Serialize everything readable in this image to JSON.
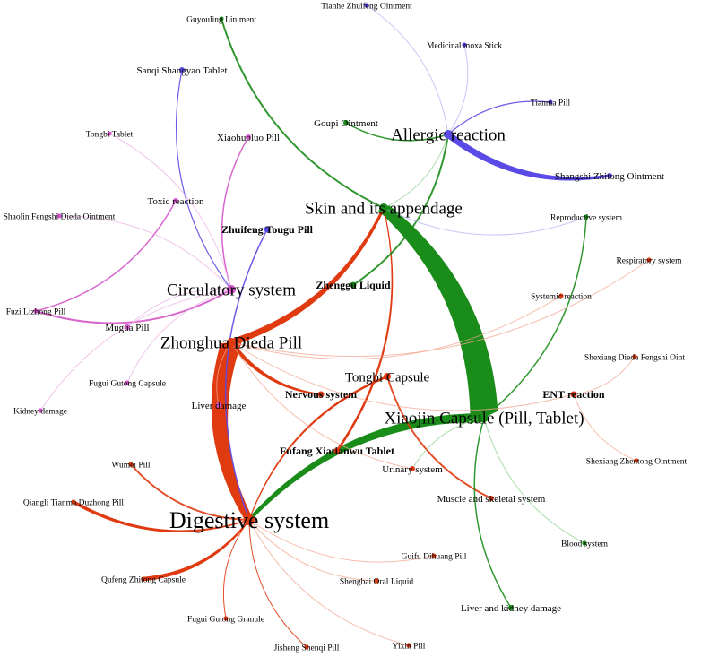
{
  "colors": {
    "red": "#e03a10",
    "green": "#1a8c1a",
    "blue": "#5a4ae6",
    "pink": "#d455c8",
    "faint_red": "#f2a58f",
    "faint_green": "#8fcf8f",
    "faint_blue": "#b7b0f2",
    "faint_pink": "#eab2e4"
  },
  "nodes": [
    {
      "id": "digestive",
      "label": "Digestive system",
      "group": "red",
      "size": "xl"
    },
    {
      "id": "zhonghua",
      "label": "Zhonghua Dieda Pill",
      "group": "red",
      "size": "lg"
    },
    {
      "id": "xiaojin",
      "label": "Xiaojin Capsule (Pill, Tablet)",
      "group": "green",
      "size": "lg"
    },
    {
      "id": "skin",
      "label": "Skin and its appendage",
      "group": "green",
      "size": "lg"
    },
    {
      "id": "circulatory",
      "label": "Circulatory system",
      "group": "pink",
      "size": "lg"
    },
    {
      "id": "allergic",
      "label": "Allergic reaction",
      "group": "blue",
      "size": "lg"
    },
    {
      "id": "tongbi_capsule",
      "label": "Tongbi Capsule",
      "group": "red",
      "size": "md"
    },
    {
      "id": "nervous",
      "label": "Nervous system",
      "group": "red",
      "size": "sm"
    },
    {
      "id": "fufang",
      "label": "Fufang Xiatianwu Tablet",
      "group": "red",
      "size": "sm"
    },
    {
      "id": "zhuifeng",
      "label": "Zhuifeng Tougu Pill",
      "group": "blue",
      "size": "sm"
    },
    {
      "id": "zhenggu",
      "label": "Zhenggu Liquid",
      "group": "green",
      "size": "sm"
    },
    {
      "id": "ent",
      "label": "ENT reaction",
      "group": "red",
      "size": "sm"
    },
    {
      "id": "urinary",
      "label": "Urinary system",
      "group": "red",
      "size": "xs"
    },
    {
      "id": "muscle",
      "label": "Muscle and skeletal system",
      "group": "red",
      "size": "xs"
    },
    {
      "id": "liver_damage",
      "label": "Liver damage",
      "group": "pink",
      "size": "xs"
    },
    {
      "id": "toxic",
      "label": "Toxic reaction",
      "group": "pink",
      "size": "xs"
    },
    {
      "id": "mugua",
      "label": "Mugua Pill",
      "group": "pink",
      "size": "xs"
    },
    {
      "id": "fugui_capsule",
      "label": "Fugui Gutong Capsule",
      "group": "pink",
      "size": "xxs"
    },
    {
      "id": "kidney",
      "label": "Kidney damage",
      "group": "pink",
      "size": "xxs"
    },
    {
      "id": "fuzi",
      "label": "Fuzi Lizhong Pill",
      "group": "pink",
      "size": "xxs"
    },
    {
      "id": "shaolin",
      "label": "Shaolin Fengshi Dieda Ointment",
      "group": "pink",
      "size": "xxs"
    },
    {
      "id": "tongbi_tablet",
      "label": "Tongbi Tablet",
      "group": "pink",
      "size": "xxs"
    },
    {
      "id": "xiaohuoluo",
      "label": "Xiaohuoluo Pill",
      "group": "pink",
      "size": "xs"
    },
    {
      "id": "sanqi",
      "label": "Sanqi Shangyao Tablet",
      "group": "blue",
      "size": "xs"
    },
    {
      "id": "guyouling",
      "label": "Guyouling Liniment",
      "group": "green",
      "size": "xxs"
    },
    {
      "id": "tianhe",
      "label": "Tianhe Zhuifeng Ointment",
      "group": "blue",
      "size": "xxs"
    },
    {
      "id": "moxa",
      "label": "Medicinal moxa Stick",
      "group": "blue",
      "size": "xxs"
    },
    {
      "id": "tianma",
      "label": "Tianma Pill",
      "group": "blue",
      "size": "xxs"
    },
    {
      "id": "goupi",
      "label": "Goupi Ointment",
      "group": "green",
      "size": "xs"
    },
    {
      "id": "shangshi",
      "label": "Shangshi Zhitong Ointment",
      "group": "blue",
      "size": "xs"
    },
    {
      "id": "reproductive",
      "label": "Reproductive system",
      "group": "green",
      "size": "xxs"
    },
    {
      "id": "respiratory",
      "label": "Respiratory system",
      "group": "red",
      "size": "xxs"
    },
    {
      "id": "systemic",
      "label": "Systemic reaction",
      "group": "red",
      "size": "xxs"
    },
    {
      "id": "shexiang_dieda",
      "label": "Shexiang Dieda Fengshi Oint",
      "group": "red",
      "size": "xxs"
    },
    {
      "id": "shexiang_zhentong",
      "label": "Shexiang Zhentong Ointment",
      "group": "red",
      "size": "xxs"
    },
    {
      "id": "blood",
      "label": "Blood system",
      "group": "green",
      "size": "xxs"
    },
    {
      "id": "liver_kidney",
      "label": "Liver and kidney damage",
      "group": "green",
      "size": "xs"
    },
    {
      "id": "guifu",
      "label": "Guifu Dihuang Pill",
      "group": "red",
      "size": "xxs"
    },
    {
      "id": "shengbai",
      "label": "Shengbai Oral Liquid",
      "group": "red",
      "size": "xxs"
    },
    {
      "id": "yixin",
      "label": "Yixin Pill",
      "group": "red",
      "size": "xxs"
    },
    {
      "id": "jisheng",
      "label": "Jisheng Shenqi Pill",
      "group": "red",
      "size": "xxs"
    },
    {
      "id": "fugui_granule",
      "label": "Fugui Gutong Granule",
      "group": "red",
      "size": "xxs"
    },
    {
      "id": "qufeng",
      "label": "Qufeng Zhitong Capsule",
      "group": "red",
      "size": "xxs"
    },
    {
      "id": "qiangli",
      "label": "Qiangli Tianma Duzhong Pill",
      "group": "red",
      "size": "xxs"
    },
    {
      "id": "wumei",
      "label": "Wumei Pill",
      "group": "red",
      "size": "xxs"
    }
  ],
  "edges": [
    {
      "source": "zhonghua",
      "target": "digestive",
      "color": "red",
      "weight": 24
    },
    {
      "source": "xiaojin",
      "target": "skin",
      "color": "green",
      "weight": 34
    },
    {
      "source": "xiaojin",
      "target": "digestive",
      "color": "green",
      "weight": 11
    },
    {
      "source": "zhonghua",
      "target": "skin",
      "color": "red",
      "weight": 8
    },
    {
      "source": "allergic",
      "target": "shangshi",
      "color": "blue",
      "weight": 8
    },
    {
      "source": "zhonghua",
      "target": "nervous",
      "color": "red",
      "weight": 5
    },
    {
      "source": "qufeng",
      "target": "digestive",
      "color": "red",
      "weight": 5
    },
    {
      "source": "qiangli",
      "target": "digestive",
      "color": "red",
      "weight": 4
    },
    {
      "source": "tongbi_capsule",
      "target": "digestive",
      "color": "red",
      "weight": 3
    },
    {
      "source": "fufang",
      "target": "skin",
      "color": "red",
      "weight": 3
    },
    {
      "source": "wumei",
      "target": "digestive",
      "color": "red",
      "weight": 2
    },
    {
      "source": "tongbi_capsule",
      "target": "muscle",
      "color": "red",
      "weight": 2
    },
    {
      "source": "guyouling",
      "target": "skin",
      "color": "green",
      "weight": 2
    },
    {
      "source": "zhenggu",
      "target": "allergic",
      "color": "green",
      "weight": 2
    },
    {
      "source": "goupi",
      "target": "allergic",
      "color": "green",
      "weight": 1.5
    },
    {
      "source": "xiaojin",
      "target": "liver_kidney",
      "color": "green",
      "weight": 1.5
    },
    {
      "source": "xiaojin",
      "target": "reproductive",
      "color": "green",
      "weight": 1.5
    },
    {
      "source": "fuzi",
      "target": "circulatory",
      "color": "pink",
      "weight": 2
    },
    {
      "source": "fuzi",
      "target": "toxic",
      "color": "pink",
      "weight": 1.5
    },
    {
      "source": "xiaohuoluo",
      "target": "circulatory",
      "color": "pink",
      "weight": 1.5
    },
    {
      "source": "zhuifeng",
      "target": "digestive",
      "color": "blue",
      "weight": 1.5
    },
    {
      "source": "sanqi",
      "target": "circulatory",
      "color": "blue",
      "weight": 1.2
    },
    {
      "source": "tianma",
      "target": "allergic",
      "color": "blue",
      "weight": 1.2
    },
    {
      "source": "xiaojin",
      "target": "blood",
      "color": "faint_green",
      "weight": 1
    },
    {
      "source": "digestive",
      "target": "jisheng",
      "color": "red",
      "weight": 1
    },
    {
      "source": "digestive",
      "target": "fugui_granule",
      "color": "red",
      "weight": 1
    },
    {
      "source": "digestive",
      "target": "yixin",
      "color": "faint_red",
      "weight": 1
    },
    {
      "source": "digestive",
      "target": "guifu",
      "color": "faint_red",
      "weight": 1
    },
    {
      "source": "digestive",
      "target": "shengbai",
      "color": "faint_red",
      "weight": 1
    },
    {
      "source": "zhonghua",
      "target": "respiratory",
      "color": "faint_red",
      "weight": 1
    },
    {
      "source": "zhonghua",
      "target": "systemic",
      "color": "faint_red",
      "weight": 1
    },
    {
      "source": "zhonghua",
      "target": "ent",
      "color": "faint_red",
      "weight": 1
    },
    {
      "source": "zhonghua",
      "target": "urinary",
      "color": "faint_red",
      "weight": 1
    },
    {
      "source": "zhonghua",
      "target": "liver_damage",
      "color": "faint_red",
      "weight": 1
    },
    {
      "source": "ent",
      "target": "shexiang_dieda",
      "color": "faint_red",
      "weight": 1
    },
    {
      "source": "ent",
      "target": "shexiang_zhentong",
      "color": "faint_red",
      "weight": 1
    },
    {
      "source": "circulatory",
      "target": "shaolin",
      "color": "faint_pink",
      "weight": 1
    },
    {
      "source": "circulatory",
      "target": "tongbi_tablet",
      "color": "faint_pink",
      "weight": 1
    },
    {
      "source": "circulatory",
      "target": "mugua",
      "color": "faint_pink",
      "weight": 1
    },
    {
      "source": "circulatory",
      "target": "kidney",
      "color": "faint_pink",
      "weight": 1
    },
    {
      "source": "circulatory",
      "target": "fugui_capsule",
      "color": "faint_pink",
      "weight": 1
    },
    {
      "source": "allergic",
      "target": "tianhe",
      "color": "faint_blue",
      "weight": 1
    },
    {
      "source": "allergic",
      "target": "moxa",
      "color": "faint_blue",
      "weight": 1
    },
    {
      "source": "skin",
      "target": "reproductive",
      "color": "faint_blue",
      "weight": 1
    },
    {
      "source": "skin",
      "target": "allergic",
      "color": "faint_green",
      "weight": 1
    },
    {
      "source": "xiaojin",
      "target": "urinary",
      "color": "faint_green",
      "weight": 1
    }
  ]
}
